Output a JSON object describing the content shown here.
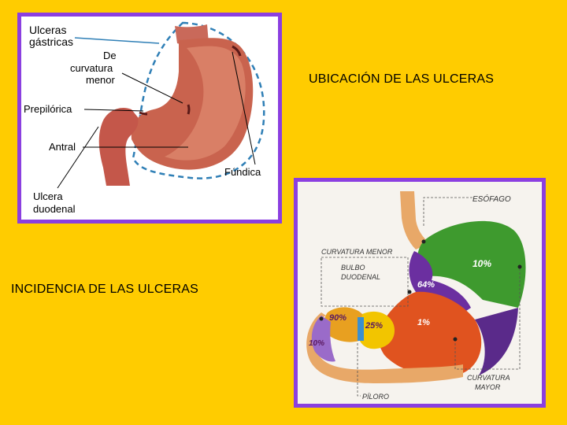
{
  "titles": {
    "ubicacion": "UBICACIÓN DE LAS ULCERAS",
    "incidencia": "INCIDENCIA DE LAS ULCERAS"
  },
  "diagram_top": {
    "labels": {
      "ulceras_gastricas_1": "Ulceras",
      "ulceras_gastricas_2": "gástricas",
      "curvatura_1": "De",
      "curvatura_2": "curvatura",
      "curvatura_3": "menor",
      "prepilorica": "Prepilórica",
      "antral": "Antral",
      "fundica": "Fúndica",
      "duodenal_1": "Ulcera",
      "duodenal_2": "duodenal"
    }
  },
  "diagram_bottom": {
    "labels": {
      "esofago": "ESÓFAGO",
      "curvatura_menor": "CURVATURA MENOR",
      "bulbo_1": "BULBO",
      "bulbo_2": "DUODENAL",
      "curvatura_mayor_1": "CURVATURA",
      "curvatura_mayor_2": "MAYOR",
      "piloro": "PÍLORO"
    },
    "percentages": {
      "fundus": "10%",
      "curvatura_menor": "64%",
      "antro": "1%",
      "piloro_region": "25%",
      "bulbo": "90%",
      "duodeno": "10%"
    }
  },
  "colors": {
    "background": "#FFCC00",
    "frame_border": "#8B3FE0",
    "fundus": "#3E9A2E",
    "lesser_curvature": "#6B2FA0",
    "antrum": "#E0531F",
    "pylorus": "#F2C500",
    "bulb": "#E8A020",
    "duodenum": "#9A6BC9"
  }
}
